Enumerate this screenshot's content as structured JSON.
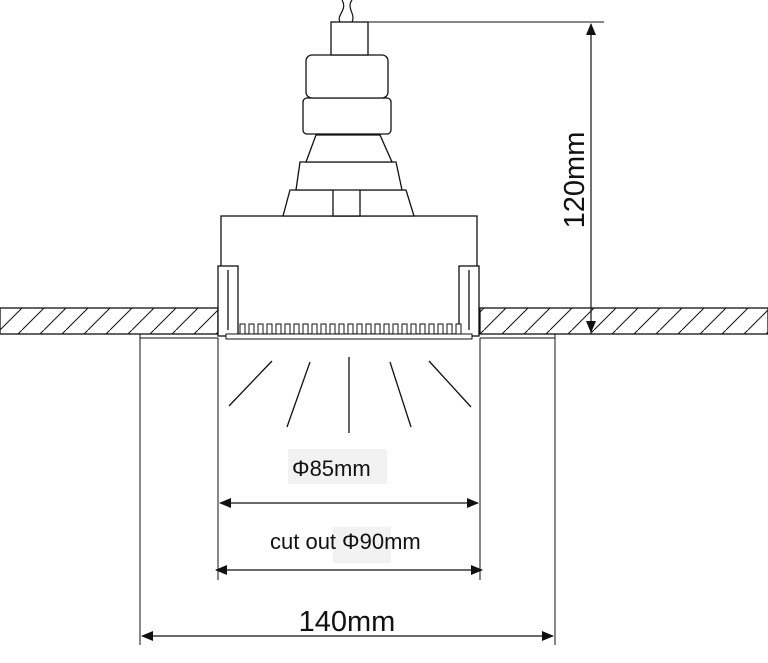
{
  "dimensions": {
    "height": "120mm",
    "diameter_symbol": "Φ",
    "inner_diameter_value": "85mm",
    "cutout_prefix": "cut out",
    "cutout_diameter_value": "90mm",
    "outer_width": "140mm"
  },
  "colors": {
    "line": "#111111",
    "background": "#ffffff"
  }
}
